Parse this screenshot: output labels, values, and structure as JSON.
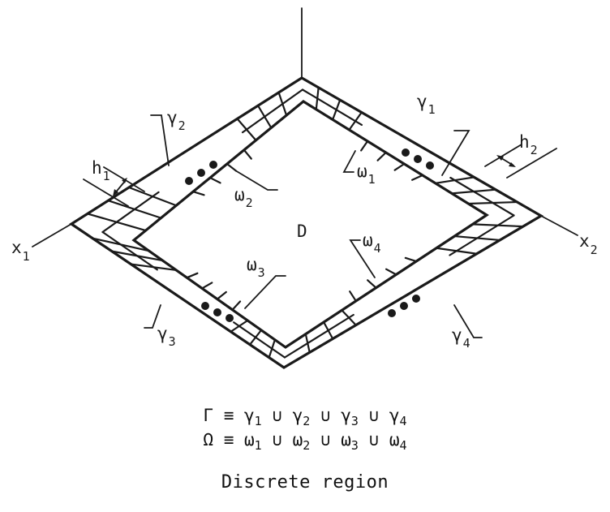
{
  "labels": {
    "D": "D",
    "x1": "x",
    "x1_sub": "1",
    "x2": "x",
    "x2_sub": "2",
    "gamma1": "γ",
    "gamma1_sub": "1",
    "gamma2": "γ",
    "gamma2_sub": "2",
    "gamma3": "γ",
    "gamma3_sub": "3",
    "gamma4": "γ",
    "gamma4_sub": "4",
    "omega1": "ω",
    "omega1_sub": "1",
    "omega2": "ω",
    "omega2_sub": "2",
    "omega3": "ω",
    "omega3_sub": "3",
    "omega4": "ω",
    "omega4_sub": "4",
    "h1": "h",
    "h1_sub": "1",
    "h2": "h",
    "h2_sub": "2"
  },
  "equations": {
    "eq1": {
      "lhs": "Γ ≡ ",
      "sym": "γ",
      "op": " ∪ ",
      "subs": [
        "1",
        "2",
        "3",
        "4"
      ]
    },
    "eq2": {
      "lhs": "Ω ≡ ",
      "sym": "ω",
      "op": " ∪ ",
      "subs": [
        "1",
        "2",
        "3",
        "4"
      ]
    }
  },
  "caption": "Discrete region"
}
